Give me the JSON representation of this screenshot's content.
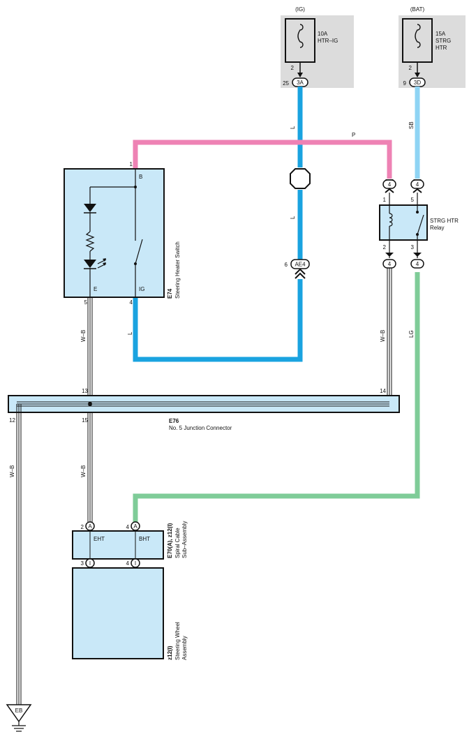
{
  "colors": {
    "wire_L": "#1aa3e0",
    "wire_P": "#ee82b4",
    "wire_SB": "#8fd4f4",
    "wire_LG": "#7fcc98",
    "component_fill": "#c9e8f8",
    "fuse_box_fill": "#dcdcdc"
  },
  "fuses": {
    "ig": {
      "source": "(IG)",
      "rating": "10A",
      "name": "HTR–IG",
      "pin": "2",
      "conn_pin": "25",
      "conn": "3A"
    },
    "bat": {
      "source": "(BAT)",
      "rating": "15A",
      "name_line1": "STRG",
      "name_line2": "HTR",
      "pin": "2",
      "conn_pin": "9",
      "conn": "3D"
    }
  },
  "wires": {
    "L": "L",
    "P": "P",
    "SB": "SB",
    "WB": "W–B",
    "LG": "LG"
  },
  "switch": {
    "code": "E74",
    "name": "Steering Heater Switch",
    "pin_B": "B",
    "pin_E": "E",
    "pin_IG": "IG",
    "pin_1": "1",
    "pin_5": "5",
    "pin_4": "4"
  },
  "connector_ae4": {
    "pin": "6",
    "label": "AE4"
  },
  "relay": {
    "name_line1": "STRG HTR",
    "name_line2": "Relay",
    "conn": "4",
    "pin1": "1",
    "pin5": "5",
    "pin2": "2",
    "pin3": "3"
  },
  "junction": {
    "code": "E76",
    "name": "No. 5 Junction Connector",
    "pin13": "13",
    "pin14": "14",
    "pin12": "12",
    "pin15": "15"
  },
  "spiral": {
    "code": "E70(A), z12(I)",
    "name_line1": "Spiral Cable",
    "name_line2": "Sub–Assembly",
    "label_EHT": "EHT",
    "label_BHT": "BHT",
    "pinA2": "2",
    "pinA4": "4",
    "conn_A": "A",
    "pinI3": "3",
    "pinI4": "4",
    "conn_I": "I"
  },
  "wheel": {
    "code": "z12(I)",
    "name_line1": "Steering Wheel",
    "name_line2": "Assembly"
  },
  "ground": {
    "label": "EB"
  }
}
